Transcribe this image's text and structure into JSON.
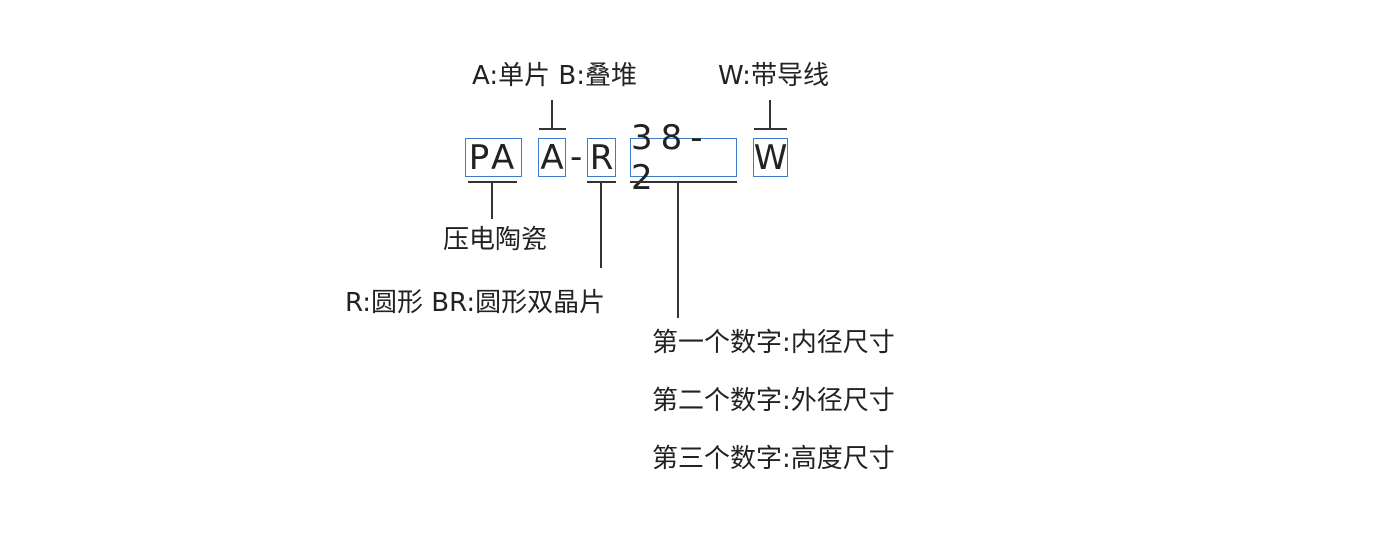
{
  "code": {
    "part_pa": "PA",
    "part_a": "A",
    "dash1": "-",
    "part_r": "R",
    "part_num": "38-2",
    "part_w": "W"
  },
  "labels": {
    "piece_type": "A:单片 B:叠堆",
    "lead": "W:带导线",
    "material": "压电陶瓷",
    "shape": "R:圆形 BR:圆形双晶片",
    "num1": "第一个数字:内径尺寸",
    "num2": "第二个数字:外径尺寸",
    "num3": "第三个数字:高度尺寸"
  },
  "colors": {
    "box_border": "#3d7cc9",
    "text": "#222222",
    "line": "#333333"
  }
}
